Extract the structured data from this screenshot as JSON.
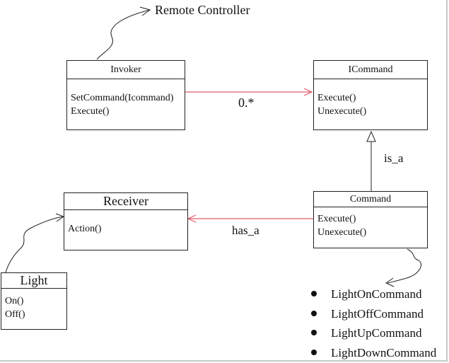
{
  "annotation": {
    "remote_label": "Remote Controller"
  },
  "invoker": {
    "name": "Invoker",
    "methods": [
      "SetCommand(Icommand)",
      "Execute()"
    ]
  },
  "icommand": {
    "name": "ICommand",
    "methods": [
      "Execute()",
      "Unexecute()"
    ]
  },
  "command": {
    "name": "Command",
    "methods": [
      "Execute()",
      "Unexecute()"
    ]
  },
  "receiver": {
    "name": "Receiver",
    "methods": [
      "Action()"
    ]
  },
  "light": {
    "name": "Light",
    "methods": [
      "On()",
      "Off()"
    ]
  },
  "relations": {
    "multiplicity": "0.*",
    "is_a": "is_a",
    "has_a": "has_a"
  },
  "command_list": [
    "LightOnCommand",
    "LightOffCommand",
    "LightUpCommand",
    "LightDownCommand"
  ],
  "colors": {
    "association_line": "#e05a6a",
    "outline": "#222222"
  }
}
